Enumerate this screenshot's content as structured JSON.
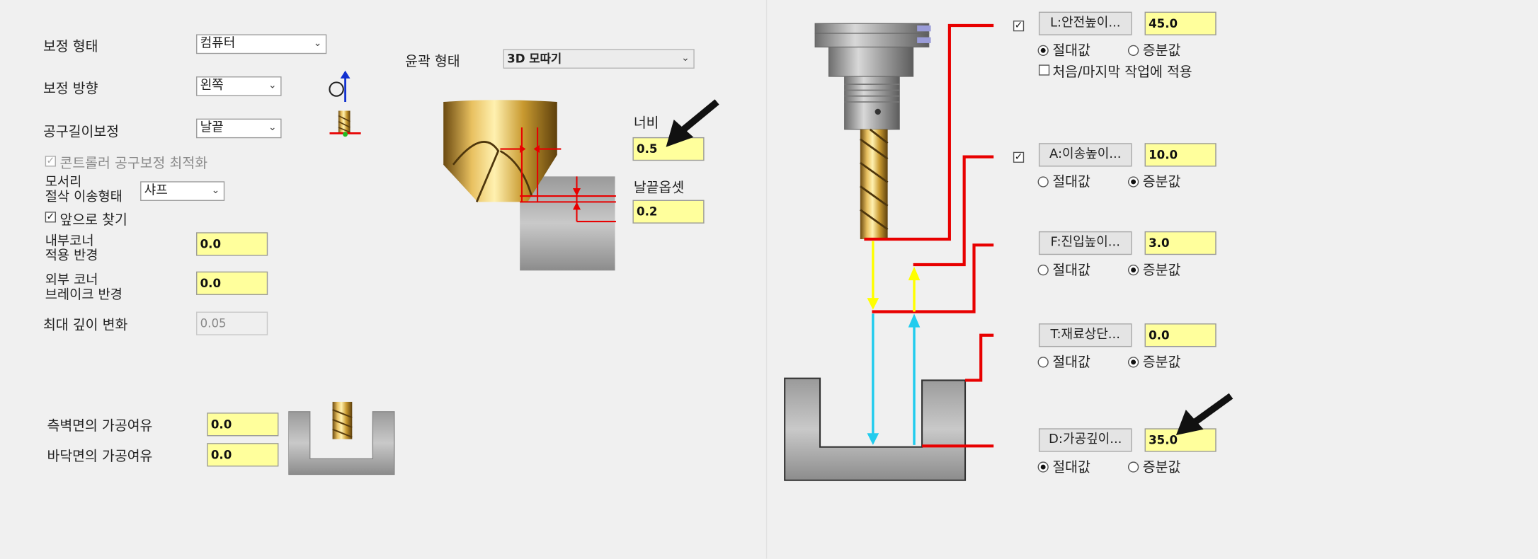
{
  "left": {
    "comp_type": {
      "label": "보정 형태",
      "value": "컴퓨터"
    },
    "comp_dir": {
      "label": "보정 방향",
      "value": "왼쪽"
    },
    "tool_len": {
      "label": "공구길이보정",
      "value": "날끝"
    },
    "controller_opt": {
      "label": "콘트롤러 공구보정 최적화"
    },
    "corner": {
      "label_line1": "모서리",
      "label_line2": "절삭 이송형태",
      "value": "샤프"
    },
    "look_ahead": {
      "label": "앞으로 찾기"
    },
    "inner_corner": {
      "label_line1": "내부코너",
      "label_line2": "적용 반경",
      "value": "0.0"
    },
    "outer_corner": {
      "label_line1": "외부 코너",
      "label_line2": "브레이크 반경",
      "value": "0.0"
    },
    "max_depth": {
      "label": "최대 깊이 변화",
      "value": "0.05"
    },
    "wall_stock": {
      "label": "측벽면의 가공여유",
      "value": "0.0"
    },
    "floor_stock": {
      "label": "바닥면의 가공여유",
      "value": "0.0"
    }
  },
  "contour": {
    "label": "윤곽 형태",
    "value": "3D 모따기",
    "width": {
      "label": "너비",
      "value": "0.5"
    },
    "tip_offset": {
      "label": "날끝옵셋",
      "value": "0.2"
    }
  },
  "heights": {
    "clearance": {
      "button": "L:안전높이...",
      "value": "45.0",
      "abs_label": "절대값",
      "inc_label": "증분값",
      "selected": "abs",
      "first_last_label": "처음/마지막 작업에 적용"
    },
    "retract": {
      "button": "A:이송높이...",
      "value": "10.0",
      "abs_label": "절대값",
      "inc_label": "증분값",
      "selected": "inc"
    },
    "feed": {
      "button": "F:진입높이...",
      "value": "3.0",
      "abs_label": "절대값",
      "inc_label": "증분값",
      "selected": "inc"
    },
    "top": {
      "button": "T:재료상단...",
      "value": "0.0",
      "abs_label": "절대값",
      "inc_label": "증분값",
      "selected": "inc"
    },
    "depth": {
      "button": "D:가공깊이...",
      "value": "35.0",
      "abs_label": "절대값",
      "inc_label": "증분값",
      "selected": "abs"
    }
  },
  "colors": {
    "field": "#ffff9c",
    "red": "#e80000",
    "yellow": "#ffff00",
    "cyan": "#22ccee"
  }
}
